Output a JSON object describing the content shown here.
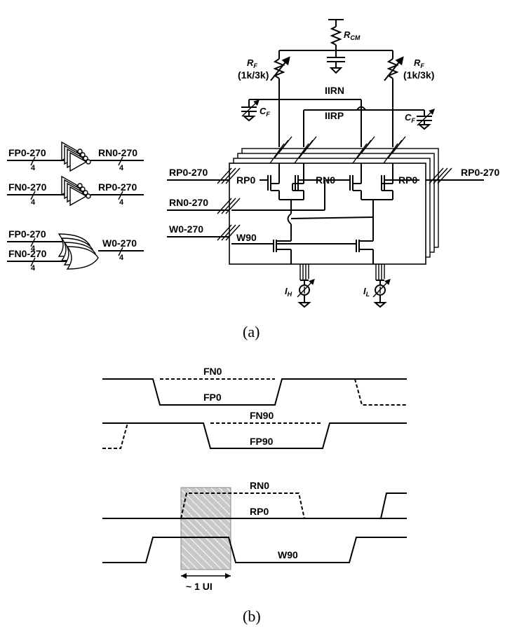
{
  "gates": {
    "g1_in": "FP0-270",
    "g1_out": "RN0-270",
    "g2_in": "FN0-270",
    "g2_out": "RP0-270",
    "g3_in1": "FP0-270",
    "g3_in2": "FN0-270",
    "g3_out": "W0-270",
    "bus": "4"
  },
  "circuit": {
    "rcm": "R",
    "rcm_sub": "CM",
    "rf": "R",
    "rf_sub": "F",
    "rf_val": "(1k/3k)",
    "cf": "C",
    "cf_sub": "F",
    "iirn": "IIRN",
    "iirp": "IIRP",
    "rp0_in": "RP0-270",
    "rn0_in": "RN0-270",
    "w0_in": "W0-270",
    "rp0_out": "RP0-270",
    "rp0_a": "RP0",
    "rn0": "RN0",
    "rp0_b": "RP0",
    "w90": "W90",
    "ih": "I",
    "ih_sub": "H",
    "il": "I",
    "il_sub": "L"
  },
  "caption_a": "(a)",
  "timing": {
    "fn0": "FN0",
    "fp0": "FP0",
    "fn90": "FN90",
    "fp90": "FP90",
    "rn0": "RN0",
    "rp0": "RP0",
    "w90": "W90",
    "ui": "~ 1 UI"
  },
  "caption_b": "(b)"
}
